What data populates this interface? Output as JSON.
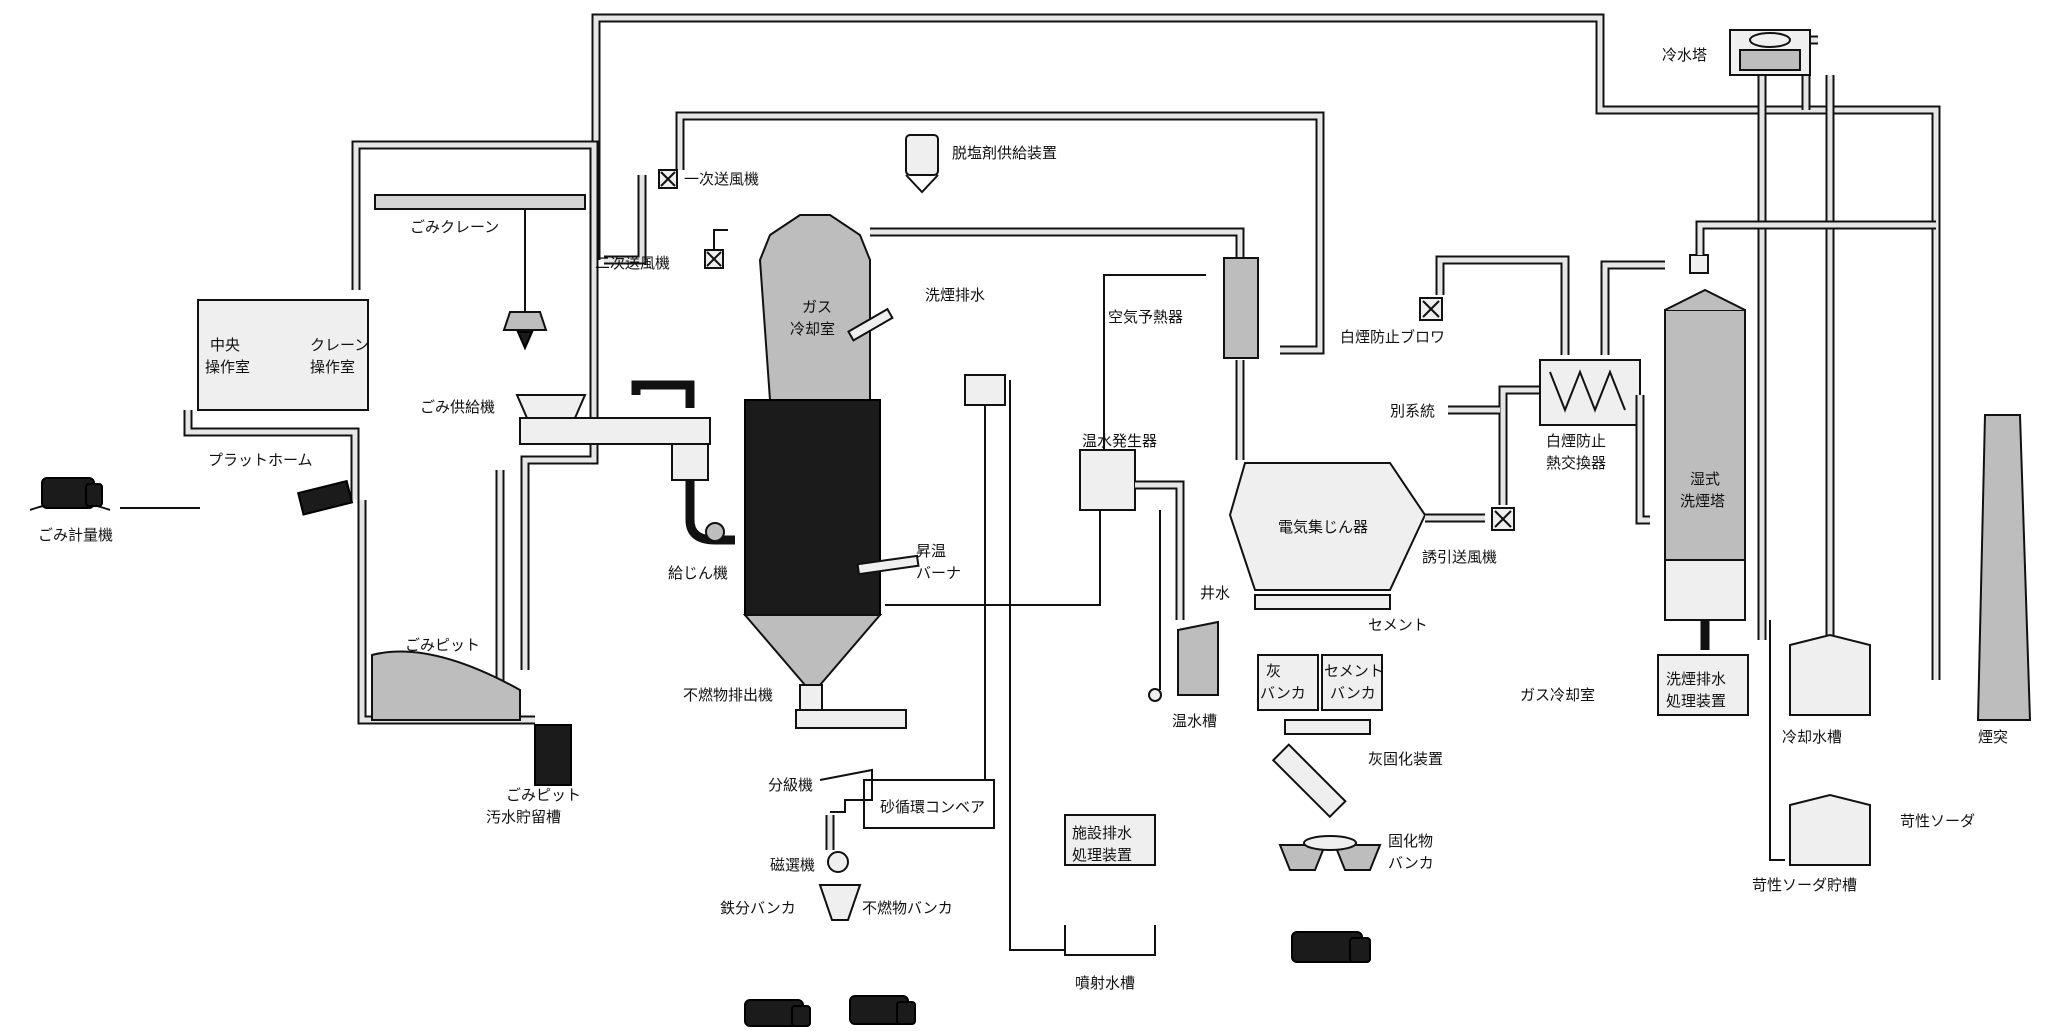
{
  "labels": {
    "gomi_keiryoki": "ごみ計量機",
    "platform": "プラットホーム",
    "chuo_sosashitsu_1": "中央",
    "chuo_sosashitsu_2": "操作室",
    "crane_sosashitsu_1": "クレーン",
    "crane_sosashitsu_2": "操作室",
    "gomi_crane": "ごみクレーン",
    "gomi_kyukyuki": "ごみ供給機",
    "gomi_pit": "ごみピット",
    "pit_osui_1": "ごみピット",
    "pit_osui_2": "汚水貯留槽",
    "ichiji_sofuki": "一次送風機",
    "niji_sofuki": "二次送風機",
    "datsuenzai": "脱塩剤供給装置",
    "gas_reikyaku_1": "ガス",
    "gas_reikyaku_2": "冷却室",
    "senen_haisui_top": "洗煙排水",
    "shoon_burner_1": "昇温",
    "shoon_burner_2": "バーナ",
    "kyujinki": "給じん機",
    "funen_haishutsu": "不燃物排出機",
    "bunkyuki": "分級機",
    "suna_junkan": "砂循環コンベア",
    "jisenki": "磁選機",
    "tetsubun_bunker": "鉄分バンカ",
    "funenbutsu_bunker": "不燃物バンカ",
    "shisetsu_haisui_1": "施設排水",
    "shisetsu_haisui_2": "処理装置",
    "funsha_suiso": "噴射水槽",
    "kuki_yonetsuki": "空気予熱器",
    "onsui_hasseiki": "温水発生器",
    "seisui": "井水",
    "onsuiso": "温水槽",
    "denki_shujinki": "電気集じん器",
    "cement": "セメント",
    "hai_bunker_1": "灰",
    "hai_bunker_2": "バンカ",
    "cement_bunker_1": "セメント",
    "cement_bunker_2": "バンカ",
    "hai_koka": "灰固化装置",
    "kokabutsu_1": "固化物",
    "kokabutsu_2": "バンカ",
    "hakuen_blower": "白煙防止ブロワ",
    "betsu_keito": "別系統",
    "yuin_sofuki": "誘引送風機",
    "hakuen_netsu_1": "白煙防止",
    "hakuen_netsu_2": "熱交換器",
    "shisshiki_1": "湿式",
    "shisshiki_2": "洗煙塔",
    "gas_reikyaku_out": "ガス冷却室",
    "senen_shori_1": "洗煙排水",
    "senen_shori_2": "処理装置",
    "reisuito": "冷水塔",
    "reikyaku_suiso": "冷却水槽",
    "entotsu": "煙突",
    "kasei_soda": "苛性ソーダ",
    "kasei_soda_choso": "苛性ソーダ貯槽"
  }
}
